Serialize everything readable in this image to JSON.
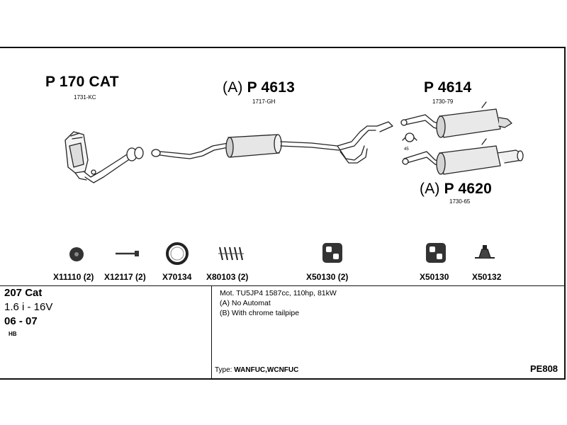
{
  "parts": {
    "catalyst": {
      "code": "P 170 CAT",
      "ref": "1731-KC"
    },
    "middle_silencer": {
      "prefix": "(A)",
      "code": "P 4613",
      "ref": "1717-GH"
    },
    "rear_silencer": {
      "code": "P 4614",
      "ref": "1730-79"
    },
    "rear_silencer_chrome": {
      "prefix": "(A)",
      "code": "P 4620",
      "ref": "1730-65"
    },
    "clamp_size": "45"
  },
  "accessories": [
    {
      "label": "X11110 (2)",
      "icon": "rubber-mount-icon"
    },
    {
      "label": "X12117 (2)",
      "icon": "bolt-icon"
    },
    {
      "label": "X70134",
      "icon": "gasket-ring-icon"
    },
    {
      "label": "X80103 (2)",
      "icon": "spring-icon"
    },
    {
      "label": "X50130 (2)",
      "icon": "rubber-hanger-icon"
    },
    {
      "label": "X50130",
      "icon": "rubber-hanger-icon"
    },
    {
      "label": "X50132",
      "icon": "bracket-mount-icon"
    }
  ],
  "vehicle": {
    "model": "207 Cat",
    "engine": "1.6 i - 16V",
    "years": "06 - 07",
    "body": "HB"
  },
  "notes": {
    "line1": "Mot. TU5JP4 1587cc, 110hp, 81kW",
    "line2": "(A) No Automat",
    "line3": "(B) With chrome tailpipe"
  },
  "type_label": "Type:",
  "type_value": "WANFUC,WCNFUC",
  "diagram_id": "PE808"
}
